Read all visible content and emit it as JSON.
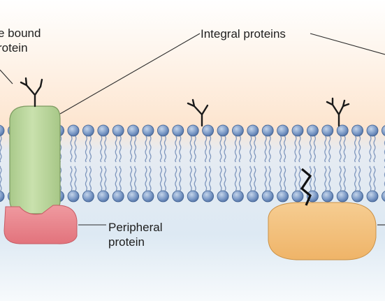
{
  "labels": {
    "lipid_bound_line1": "e bound",
    "lipid_bound_line2": "rotein",
    "integral_proteins": "Integral proteins",
    "peripheral_line1": "Peripheral",
    "peripheral_line2": "protein"
  },
  "colors": {
    "outer_background": "#fde5cf",
    "inner_background": "#dde9f3",
    "lipid_head": "#7d9bc7",
    "lipid_head_outline": "#3e5f90",
    "lipid_tail": "#7e96bd",
    "integral_protein": "#b9d69b",
    "peripheral_protein_left": "#e9848c",
    "peripheral_protein_right": "#f4c27e",
    "leader_line": "#2b2b2b"
  },
  "icons": [
    "carbohydrate-branch-icon",
    "lipid-anchor-zigzag-icon"
  ]
}
